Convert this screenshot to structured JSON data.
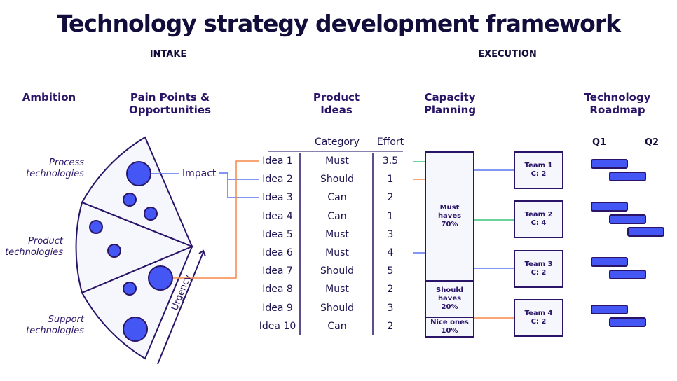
{
  "title": "Technology strategy development framework",
  "phases": {
    "intake": "INTAKE",
    "execution": "EXECUTION"
  },
  "columns": {
    "ambition": "Ambition",
    "pain_points": [
      "Pain Points &",
      "Opportunities"
    ],
    "product_ideas": [
      "Product",
      "Ideas"
    ],
    "capacity": [
      "Capacity",
      "Planning"
    ],
    "roadmap": [
      "Technology",
      "Roadmap"
    ]
  },
  "ambition_segments": [
    {
      "line1": "Process",
      "line2": "technologies"
    },
    {
      "line1": "Product",
      "line2": "technologies"
    },
    {
      "line1": "Support",
      "line2": "technologies"
    }
  ],
  "impact_label": "Impact",
  "urgency_label": "Urgency",
  "ideas_table": {
    "headers": {
      "category": "Category",
      "effort": "Effort"
    },
    "rows": [
      {
        "idea": "Idea 1",
        "category": "Must",
        "effort": "3.5"
      },
      {
        "idea": "Idea 2",
        "category": "Should",
        "effort": "1"
      },
      {
        "idea": "Idea 3",
        "category": "Can",
        "effort": "2"
      },
      {
        "idea": "Idea 4",
        "category": "Can",
        "effort": "1"
      },
      {
        "idea": "Idea 5",
        "category": "Must",
        "effort": "3"
      },
      {
        "idea": "Idea 6",
        "category": "Must",
        "effort": "4"
      },
      {
        "idea": "Idea 7",
        "category": "Should",
        "effort": "5"
      },
      {
        "idea": "Idea 8",
        "category": "Must",
        "effort": "2"
      },
      {
        "idea": "Idea 9",
        "category": "Should",
        "effort": "3"
      },
      {
        "idea": "Idea 10",
        "category": "Can",
        "effort": "2"
      }
    ]
  },
  "capacity": [
    {
      "label": [
        "Must",
        "haves",
        "70%"
      ],
      "share": 70
    },
    {
      "label": [
        "Should",
        "haves",
        "20%"
      ],
      "share": 20
    },
    {
      "label": [
        "Nice ones",
        "10%"
      ],
      "share": 10
    }
  ],
  "teams": [
    {
      "name": "Team 1",
      "capacity": "C: 2"
    },
    {
      "name": "Team 2",
      "capacity": "C: 4"
    },
    {
      "name": "Team 3",
      "capacity": "C: 2"
    },
    {
      "name": "Team 4",
      "capacity": "C: 2"
    }
  ],
  "roadmap": {
    "quarters": [
      "Q1",
      "Q2"
    ]
  },
  "colors": {
    "dark": "#2a1468",
    "blue": "#4457f5",
    "orange": "#f5884a",
    "green": "#3cc47c",
    "lineblue": "#5b73f0"
  }
}
